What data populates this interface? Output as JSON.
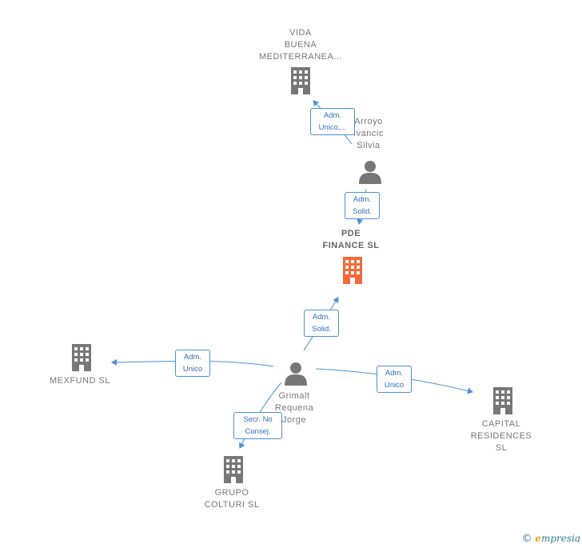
{
  "nodes": {
    "vida": {
      "label": "VIDA\nBUENA\nMEDITERRANEA..."
    },
    "arroyo": {
      "label": "Arroyo\nIvancic\nSilvia"
    },
    "pde": {
      "label": "PDE\nFINANCE  SL"
    },
    "mexfund": {
      "label": "MEXFUND  SL"
    },
    "grimalt": {
      "label": "Grimalt\nRequena\nJorge"
    },
    "capital": {
      "label": "CAPITAL\nRESIDENCES\nSL"
    },
    "grupo": {
      "label": "GRUPO\nCOLTURI  SL"
    }
  },
  "edges": {
    "arroyo_vida": "Adm.\nUnico,...",
    "arroyo_pde": "Adm.\nSolid.",
    "grimalt_pde": "Adm.\nSolid.",
    "grimalt_mexfund": "Adm.\nUnico",
    "grimalt_capital": "Adm.\nUnico",
    "grimalt_grupo": "Secr.  No\nConsej."
  },
  "colors": {
    "company": "#777777",
    "focus_company": "#f26b3a",
    "person": "#777777",
    "edge": "#4a90d9"
  },
  "footer": {
    "copyright_symbol": "©",
    "brand_initial": "e",
    "brand_rest": "mpresia"
  }
}
